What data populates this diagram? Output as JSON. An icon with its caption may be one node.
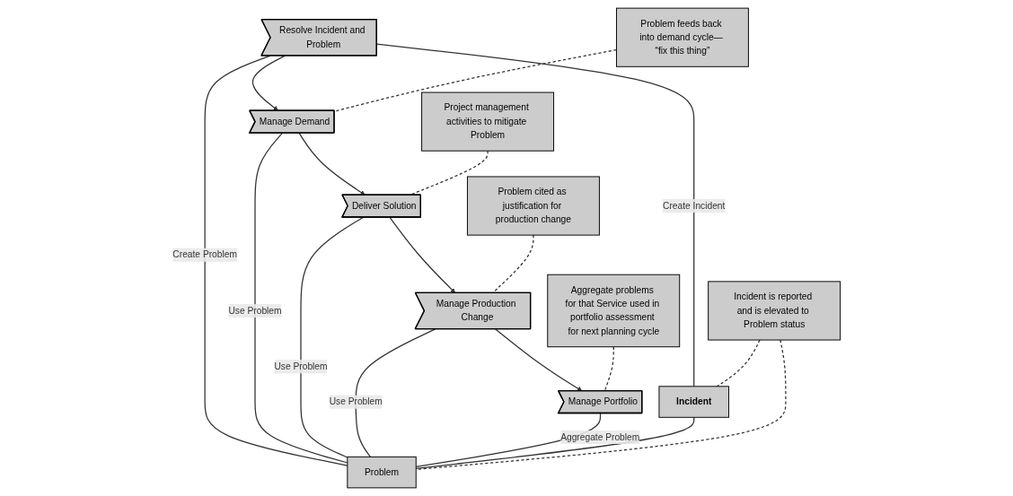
{
  "diagram": {
    "nodes": [
      {
        "text": [
          "Problem feeds back into demand cycle— “fix this thing”"
        ]
      },
      {
        "text": [
          "Project management activities to mitigate Problem"
        ]
      },
      {
        "text": [
          "Problem cited as justification for production change"
        ]
      },
      {
        "text": [
          "Aggregate problems for that Service used in portfolio assessment for next planning cycle"
        ]
      },
      {
        "text": [
          "Resolve Incident and Problem"
        ]
      },
      {
        "text": [
          "Manage Demand"
        ]
      },
      {
        "text": [
          "Deliver Solution"
        ]
      },
      {
        "text": [
          "Manage Production Change"
        ]
      },
      {
        "text": [
          "Manage Portfolio"
        ]
      },
      {
        "text": [
          "Incident is reported and is elevated to Problem status"
        ]
      },
      {
        "text": [
          "Incident"
        ]
      },
      {
        "text": [
          "Problem"
        ]
      }
    ],
    "edges": [
      {
        "from": 4,
        "to": 5,
        "arrow": "to"
      },
      {
        "from": 5,
        "to": 6,
        "arrow": "to"
      },
      {
        "from": 6,
        "to": 7,
        "arrow": "to"
      },
      {
        "from": 7,
        "to": 8,
        "arrow": "to"
      },
      {
        "from": 0,
        "to": 5,
        "arrow": "none",
        "style": "dashed"
      },
      {
        "from": 1,
        "to": 6,
        "arrow": "none",
        "style": "dashed"
      },
      {
        "from": 2,
        "to": 7,
        "arrow": "none",
        "style": "dashed"
      },
      {
        "from": 3,
        "to": 8,
        "arrow": "none",
        "style": "dashed"
      },
      {
        "from": 4,
        "to": 10,
        "arrow": "none",
        "label": "Create Incident"
      },
      {
        "from": 4,
        "to": 11,
        "arrow": "none",
        "label": "Create Problem"
      },
      {
        "from": 5,
        "to": 11,
        "arrow": "none",
        "label": "Use Problem"
      },
      {
        "from": 6,
        "to": 11,
        "arrow": "none",
        "label": "Use Problem"
      },
      {
        "from": 7,
        "to": 11,
        "arrow": "none",
        "label": "Use Problem"
      },
      {
        "from": 8,
        "to": 11,
        "arrow": "none",
        "label": "Aggregate Problem"
      },
      {
        "from": 10,
        "to": 11,
        "arrow": "none"
      },
      {
        "from": 9,
        "to": 10,
        "arrow": "none",
        "style": "dashed"
      },
      {
        "from": 9,
        "to": 11,
        "arrow": "none",
        "style": "dashed"
      }
    ]
  }
}
